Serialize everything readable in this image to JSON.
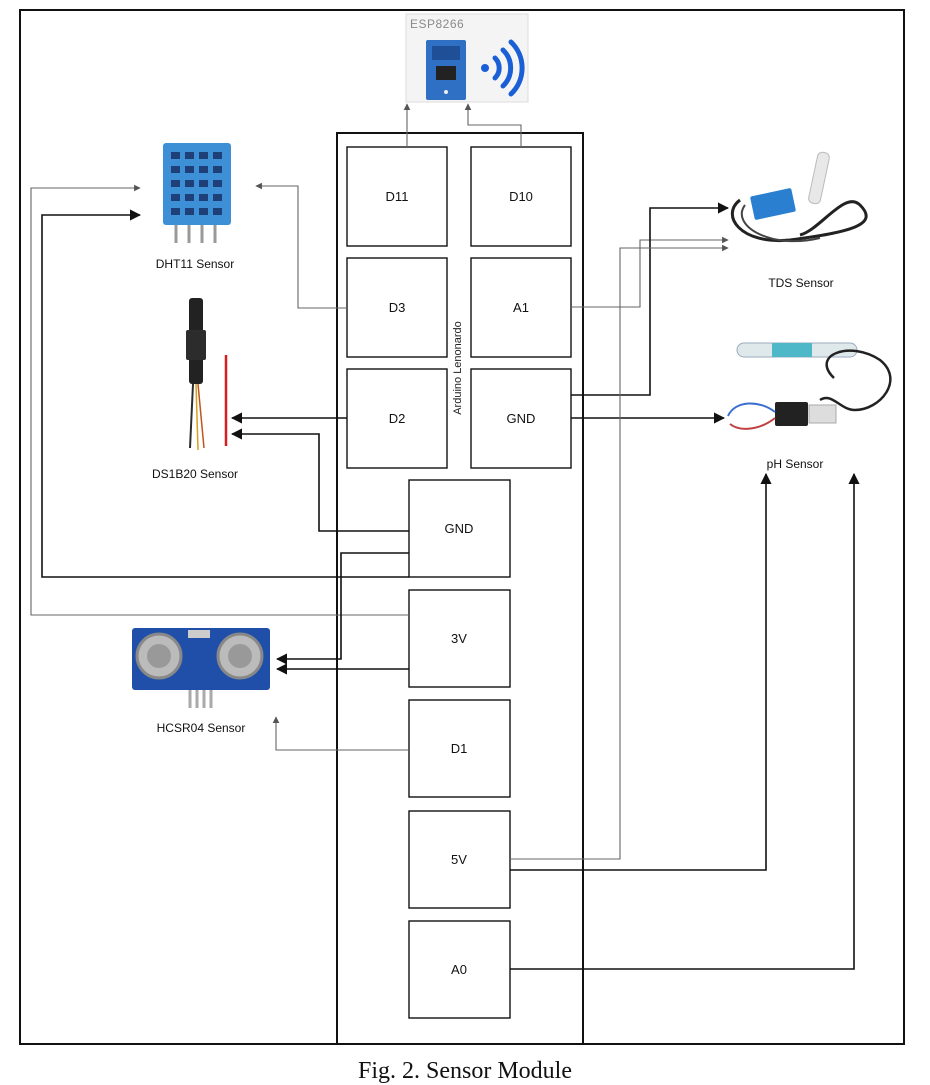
{
  "board": {
    "label": "Arduino Lenonardo"
  },
  "pins": {
    "d11": "D11",
    "d10": "D10",
    "d3": "D3",
    "a1": "A1",
    "d2": "D2",
    "gnd_right": "GND",
    "gnd_left": "GND",
    "v3": "3V",
    "d1": "D1",
    "v5": "5V",
    "a0": "A0"
  },
  "modules": {
    "esp": "ESP8266",
    "dht11": "DHT11 Sensor",
    "ds1b20": "DS1B20 Sensor",
    "hcsr04": "HCSR04 Sensor",
    "tds": "TDS Sensor",
    "ph": "pH Sensor"
  },
  "caption": "Fig. 2. Sensor Module",
  "colors": {
    "frame": "#111111",
    "wire_dark": "#111111",
    "wire_gray": "#666666",
    "dht_body": "#3d8fd6",
    "esp_board": "#2f6fc4",
    "wifi": "#1a5fd6",
    "hcsr_board": "#1f4fa8",
    "ds_probe": "#222222",
    "ds_lead_red": "#d42020",
    "ph_cap": "#4fb8c8",
    "tds_board": "#2a7fd0"
  }
}
